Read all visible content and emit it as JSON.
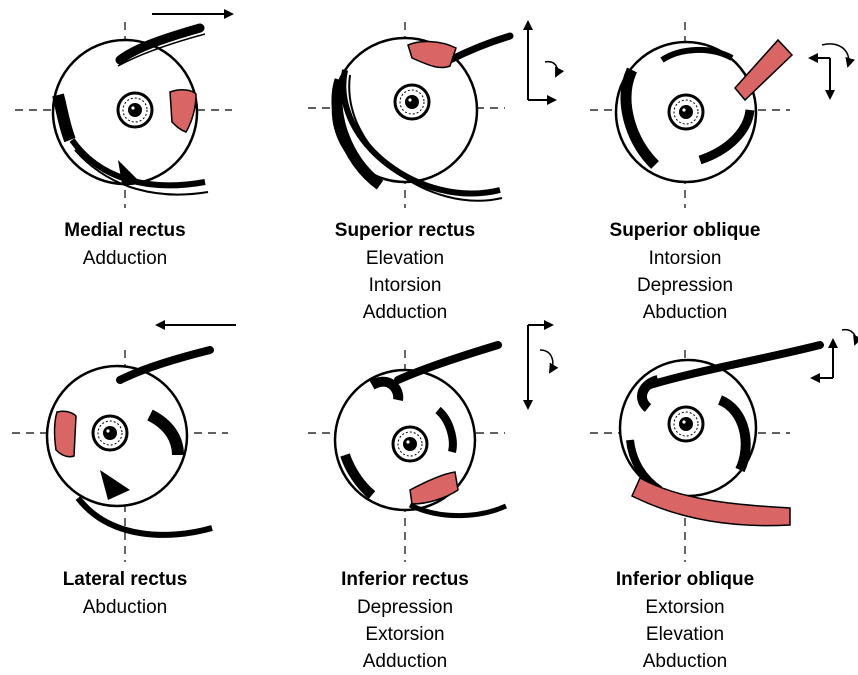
{
  "colors": {
    "muscle_highlight": "#d96565",
    "ink": "#000000",
    "background": "#ffffff"
  },
  "panels": [
    {
      "muscle": "Medial rectus",
      "actions": [
        "Adduction"
      ],
      "highlight": "medial-rectus-insertion",
      "direction_icon": "right-arrow-icon"
    },
    {
      "muscle": "Superior rectus",
      "actions": [
        "Elevation",
        "Intorsion",
        "Adduction"
      ],
      "highlight": "superior-rectus-muscle",
      "direction_icon": "elevation-adduction-arrow-icon"
    },
    {
      "muscle": "Superior oblique",
      "actions": [
        "Intorsion",
        "Depression",
        "Abduction"
      ],
      "highlight": "superior-oblique-tendon",
      "direction_icon": "depression-abduction-arrow-icon"
    },
    {
      "muscle": "Lateral rectus",
      "actions": [
        "Abduction"
      ],
      "highlight": "lateral-rectus-insertion",
      "direction_icon": "left-arrow-icon"
    },
    {
      "muscle": "Inferior rectus",
      "actions": [
        "Depression",
        "Extorsion",
        "Adduction"
      ],
      "highlight": "inferior-rectus-muscle",
      "direction_icon": "depression-adduction-arrow-icon"
    },
    {
      "muscle": "Inferior oblique",
      "actions": [
        "Extorsion",
        "Elevation",
        "Abduction"
      ],
      "highlight": "inferior-oblique-muscle",
      "direction_icon": "elevation-abduction-arrow-icon"
    }
  ]
}
